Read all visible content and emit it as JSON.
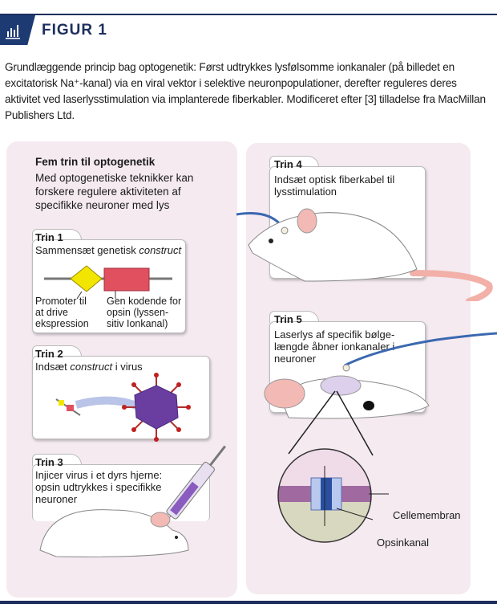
{
  "figure": {
    "title": "FIGUR 1",
    "icon": "bar-chart-icon",
    "caption": "Grundlæggende princip bag optogenetik: Først udtrykkes lysfølsomme ionkanaler (på billedet en excitatorisk Na⁺-kanal) via en viral vektor i selektive neuronpopulationer, derefter reguleres deres aktivitet ved laserlysstimulation via implanterede fiberkabler. Modificeret efter [3] tilladelse fra MacMillan Publishers Ltd."
  },
  "left": {
    "heading": "Fem trin til optogenetik",
    "intro": "Med optogenetiske teknikker kan forskere regulere aktiviteten af specifikke neuroner med lys",
    "step1": {
      "title": "Trin 1",
      "text_prefix": "Sammensæt genetisk ",
      "text_italic": "construct",
      "label_promoter": "Promoter til at drive ekspression",
      "label_gene": "Gen kodende for opsin (lyssen-sitiv Ionkanal)"
    },
    "step2": {
      "title": "Trin 2",
      "text_prefix": "Indsæt ",
      "text_italic": "construct",
      "text_suffix": " i virus"
    },
    "step3": {
      "title": "Trin 3",
      "text": "Injicer virus i et dyrs hjerne: opsin udtrykkes i specifikke neuroner"
    }
  },
  "right": {
    "step4": {
      "title": "Trin 4",
      "text": "Indsæt optisk fiberkabel til lysstimulation"
    },
    "step5": {
      "title": "Trin 5",
      "text": "Laserlys af specifik bølge-længde åbner ionkanaler i neuroner"
    },
    "label_membrane": "Cellemembran",
    "label_channel": "Opsinkanal"
  },
  "colors": {
    "brand": "#1d3a73",
    "panel": "#f4eaf0",
    "promoter": "#f2e600",
    "gene": "#e0505e",
    "virus": "#6a3ea1",
    "fiber": "#3b68b0"
  }
}
